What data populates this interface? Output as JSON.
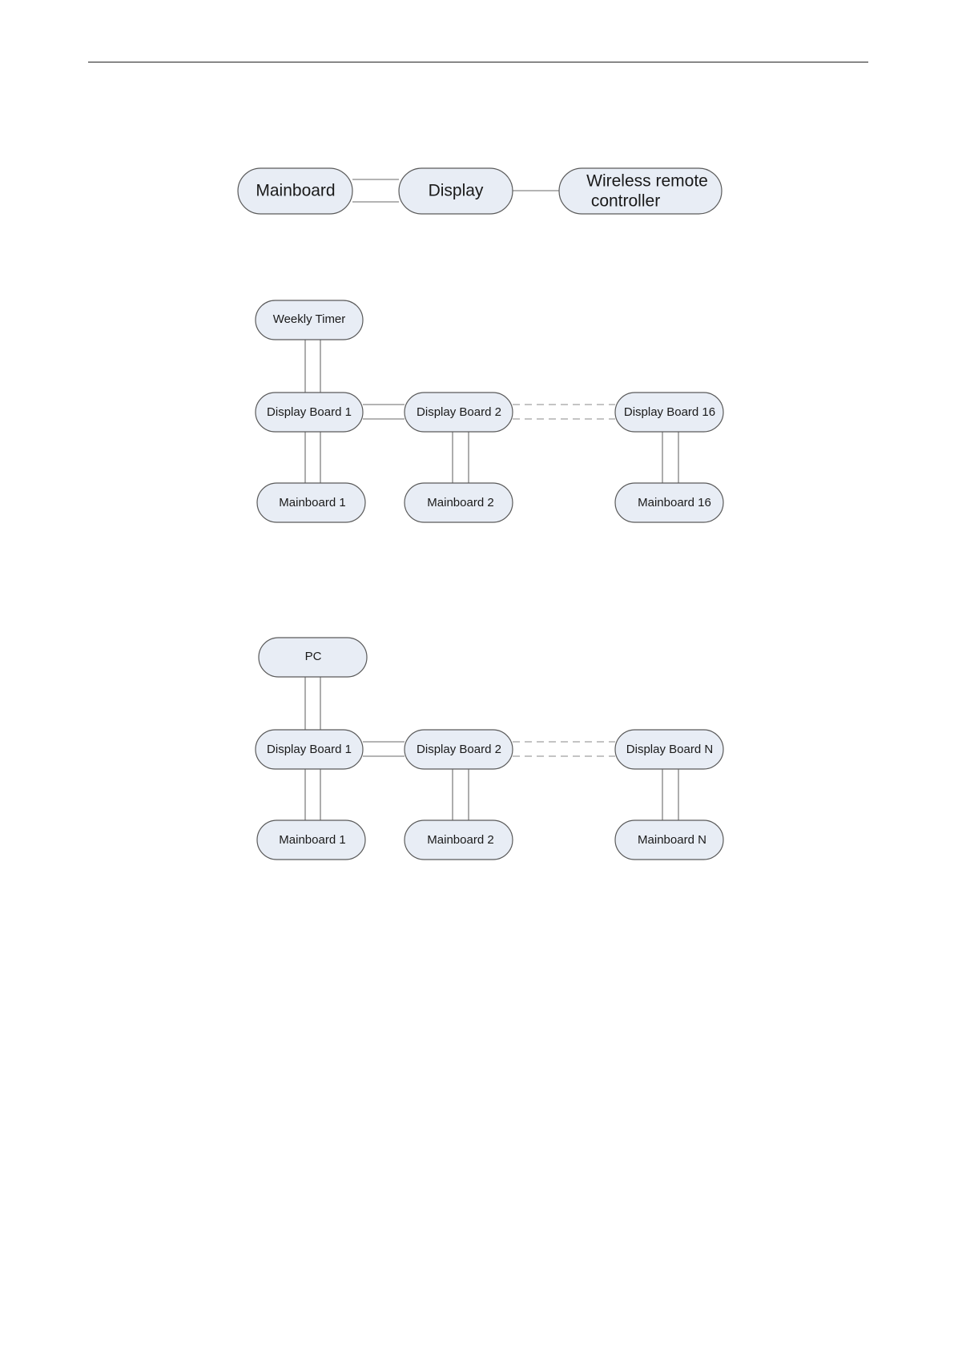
{
  "diagram1": {
    "mainboard": "Mainboard",
    "display": "Display",
    "remote_line1": "Wireless remote",
    "remote_line2": "controller"
  },
  "diagram2": {
    "top": "Weekly Timer",
    "display1": "Display Board 1",
    "display2": "Display Board 2",
    "display3": "Display Board 16",
    "main1": "Mainboard 1",
    "main2": "Mainboard 2",
    "main3": "Mainboard 16"
  },
  "diagram3": {
    "top": "PC",
    "display1": "Display Board 1",
    "display2": "Display Board 2",
    "display3": "Display Board N",
    "main1": "Mainboard 1",
    "main2": "Mainboard 2",
    "main3": "Mainboard N"
  }
}
